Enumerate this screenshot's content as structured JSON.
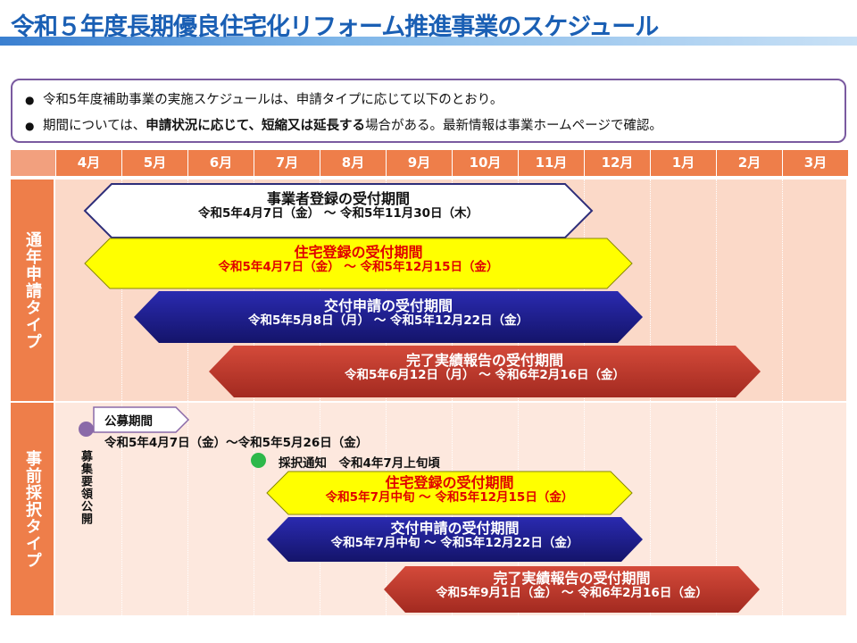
{
  "title": "令和５年度長期優良住宅化リフォーム推進事業のスケジュール",
  "notes": {
    "line1": "令和5年度補助事業の実施スケジュールは、申請タイプに応じて以下のとおり。",
    "line2_a": "期間については、",
    "line2_b": "申請状況に応じて、短縮又は延長する",
    "line2_c": "場合がある。最新情報は事業ホームページで確認。"
  },
  "months": [
    "4月",
    "5月",
    "6月",
    "7月",
    "8月",
    "9月",
    "10月",
    "11月",
    "12月",
    "1月",
    "2月",
    "3月"
  ],
  "sections": {
    "annual": "通年申請タイプ",
    "prior": "事前採択タイプ"
  },
  "annual_bars": {
    "operator_registration": {
      "title": "事業者登録の受付期間",
      "dates": "令和5年4月7日（金） ～ 令和5年11月30日（木）"
    },
    "housing_registration": {
      "title": "住宅登録の受付期間",
      "dates": "令和5年4月7日（金） ～ 令和5年12月15日（金）"
    },
    "grant_application": {
      "title": "交付申請の受付期間",
      "dates": "令和5年5月8日（月） ～ 令和5年12月22日（金）"
    },
    "completion_report": {
      "title": "完了実績報告の受付期間",
      "dates": "令和5年6月12日（月） ～ 令和6年2月16日（金）"
    }
  },
  "prior_section": {
    "guideline_label": "募集要領公開",
    "recruitment_title": "公募期間",
    "recruitment_dates": "令和5年4月7日（金）～令和5年5月26日（金）",
    "selection_notice": "採択通知　令和4年7月上旬頃"
  },
  "prior_bars": {
    "housing_registration": {
      "title": "住宅登録の受付期間",
      "dates": "令和5年7月中旬 ～ 令和5年12月15日（金）"
    },
    "grant_application": {
      "title": "交付申請の受付期間",
      "dates": "令和5年7月中旬 ～ 令和5年12月22日（金）"
    },
    "completion_report": {
      "title": "完了実績報告の受付期間",
      "dates": "令和5年9月1日（金） ～ 令和6年2月16日（金）"
    }
  },
  "colors": {
    "title": "#1a5fb4",
    "month_header": "#ee7e4a",
    "section_label": "#ee7e4a",
    "annual_bg": "#fbd9c8",
    "prior_bg": "#fde8de",
    "yellow_bar": "#ffff00",
    "navy_bar": "#1c1c8c",
    "red_bar": "#c0392b",
    "white_bar_border": "#2e2e7a",
    "guideline_dot": "#8a6aa8",
    "selection_dot": "#2eb84a"
  }
}
